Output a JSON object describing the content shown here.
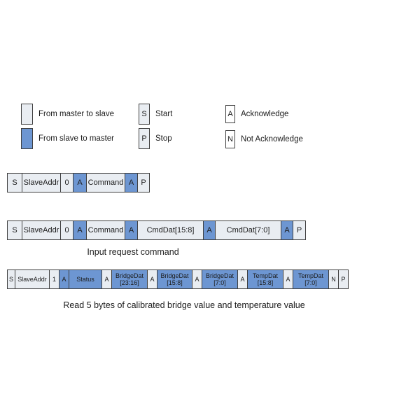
{
  "colors": {
    "master_fill": "#E9EDF2",
    "slave_fill": "#6D96D2",
    "border": "#3F3F3F"
  },
  "legend": {
    "items": [
      {
        "symbol": "",
        "label": "From master to slave",
        "fill": "master"
      },
      {
        "symbol": "",
        "label": "From slave to master",
        "fill": "slave"
      },
      {
        "symbol": "S",
        "label": "Start",
        "fill": "master"
      },
      {
        "symbol": "P",
        "label": "Stop",
        "fill": "master"
      },
      {
        "symbol": "A",
        "label": "Acknowledge",
        "fill": "white"
      },
      {
        "symbol": "N",
        "label": "Not Acknowledge",
        "fill": "white"
      }
    ]
  },
  "frames": [
    {
      "id": "command-write-frame",
      "caption": "",
      "cells": [
        {
          "label": "S",
          "from": "master",
          "w": 22
        },
        {
          "label": "SlaveAddr",
          "from": "master",
          "w": 56
        },
        {
          "label": "0",
          "from": "master",
          "w": 19
        },
        {
          "label": "A",
          "from": "slave",
          "w": 20
        },
        {
          "label": "Command",
          "from": "master",
          "w": 56
        },
        {
          "label": "A",
          "from": "slave",
          "w": 19
        },
        {
          "label": "P",
          "from": "master",
          "w": 18
        }
      ]
    },
    {
      "id": "input-request-command-frame",
      "caption": "Input request command",
      "cells": [
        {
          "label": "S",
          "from": "master",
          "w": 22
        },
        {
          "label": "SlaveAddr",
          "from": "master",
          "w": 56
        },
        {
          "label": "0",
          "from": "master",
          "w": 19
        },
        {
          "label": "A",
          "from": "slave",
          "w": 20
        },
        {
          "label": "Command",
          "from": "master",
          "w": 56
        },
        {
          "label": "A",
          "from": "slave",
          "w": 19
        },
        {
          "label": "CmdDat[15:8]",
          "from": "master",
          "w": 95
        },
        {
          "label": "A",
          "from": "slave",
          "w": 18
        },
        {
          "label": "CmdDat[7:0]",
          "from": "master",
          "w": 95
        },
        {
          "label": "A",
          "from": "slave",
          "w": 18
        },
        {
          "label": "P",
          "from": "master",
          "w": 19
        }
      ]
    },
    {
      "id": "read-5-bytes-frame",
      "caption": "Read 5 bytes of calibrated bridge value and temperature value",
      "cells": [
        {
          "label": "S",
          "from": "master",
          "w": 12
        },
        {
          "label": "SlaveAddr",
          "from": "master",
          "w": 50
        },
        {
          "label": "1",
          "from": "master",
          "w": 15
        },
        {
          "label": "A",
          "from": "slave",
          "w": 15
        },
        {
          "label": "Status",
          "from": "slave",
          "w": 48
        },
        {
          "label": "A",
          "from": "master",
          "w": 15
        },
        {
          "label": "BridgeDat",
          "sub": "[23:16]",
          "from": "slave",
          "w": 52
        },
        {
          "label": "A",
          "from": "master",
          "w": 15
        },
        {
          "label": "BridgeDat",
          "sub": "[15:8]",
          "from": "slave",
          "w": 51
        },
        {
          "label": "A",
          "from": "master",
          "w": 15
        },
        {
          "label": "BridgeDat",
          "sub": "[7:0]",
          "from": "slave",
          "w": 52
        },
        {
          "label": "A",
          "from": "master",
          "w": 15
        },
        {
          "label": "TempDat",
          "sub": "[15:8]",
          "from": "slave",
          "w": 52
        },
        {
          "label": "A",
          "from": "master",
          "w": 15
        },
        {
          "label": "TempDat",
          "sub": "[7:0]",
          "from": "slave",
          "w": 52
        },
        {
          "label": "N",
          "from": "master",
          "w": 15
        },
        {
          "label": "P",
          "from": "master",
          "w": 15
        }
      ]
    }
  ]
}
